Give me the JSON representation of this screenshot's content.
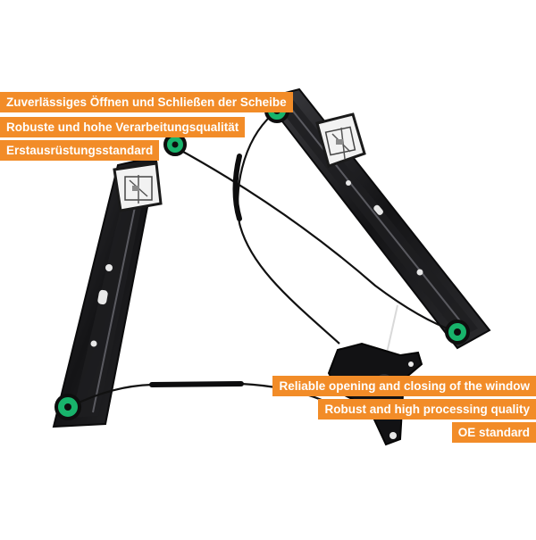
{
  "image": {
    "subject": "window regulator",
    "accent_color": "#f28c28",
    "label_text_color": "#ffffff"
  },
  "labels_de": [
    "Zuverlässiges Öffnen und Schließen der Scheibe",
    "Robuste und hohe Verarbeitungsqualität",
    "Erstausrüstungsstandard"
  ],
  "labels_en": [
    "Reliable opening and closing of the window",
    "Robust and high processing quality",
    "OE standard"
  ]
}
